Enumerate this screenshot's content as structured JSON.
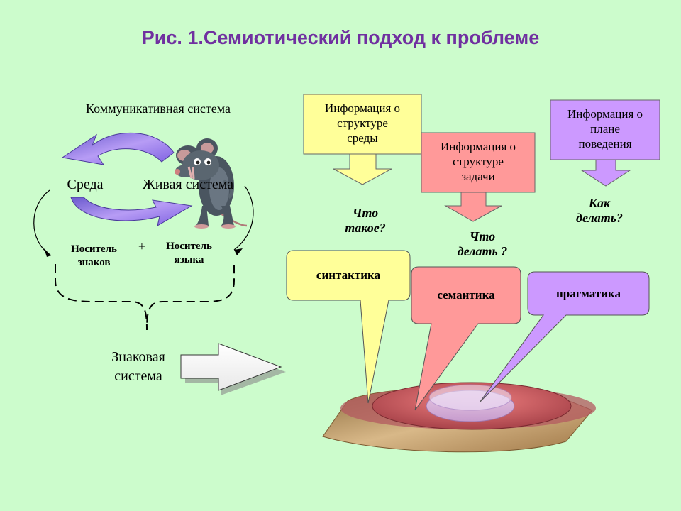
{
  "title": "Рис. 1.Семиотический подход к проблеме",
  "left": {
    "comm_system": "Коммуникативная  система",
    "sreda": "Среда",
    "living": "Живая система",
    "sign_carrier": [
      "Носитель",
      "знаков"
    ],
    "plus": "+",
    "lang_carrier": [
      "Носитель",
      "языка"
    ],
    "sign_system": [
      "Знаковая",
      "система"
    ]
  },
  "info_boxes": [
    {
      "lines": [
        "Информация о",
        "структуре",
        "среды"
      ],
      "color": "#ffff99"
    },
    {
      "lines": [
        "Информация о",
        "структуре",
        "задачи"
      ],
      "color": "#ff9999"
    },
    {
      "lines": [
        "Информация о",
        "плане",
        "поведения"
      ],
      "color": "#cc99ff"
    }
  ],
  "questions": [
    [
      "Что",
      "такое?"
    ],
    [
      "Что",
      "делать ?"
    ],
    [
      "Как",
      "делать?"
    ]
  ],
  "bubbles": [
    {
      "label": "синтактика",
      "color": "#ffff99"
    },
    {
      "label": "семантика",
      "color": "#ff9999"
    },
    {
      "label": "прагматика",
      "color": "#cc99ff"
    }
  ],
  "colors": {
    "title": "#7030a0",
    "background": "#ccfccc",
    "cycle_arrow": "#8b5cf0",
    "platform": "#c4a078"
  },
  "icons": [
    "rat-icon",
    "cycle-arrow-icon",
    "big-right-arrow-icon"
  ]
}
